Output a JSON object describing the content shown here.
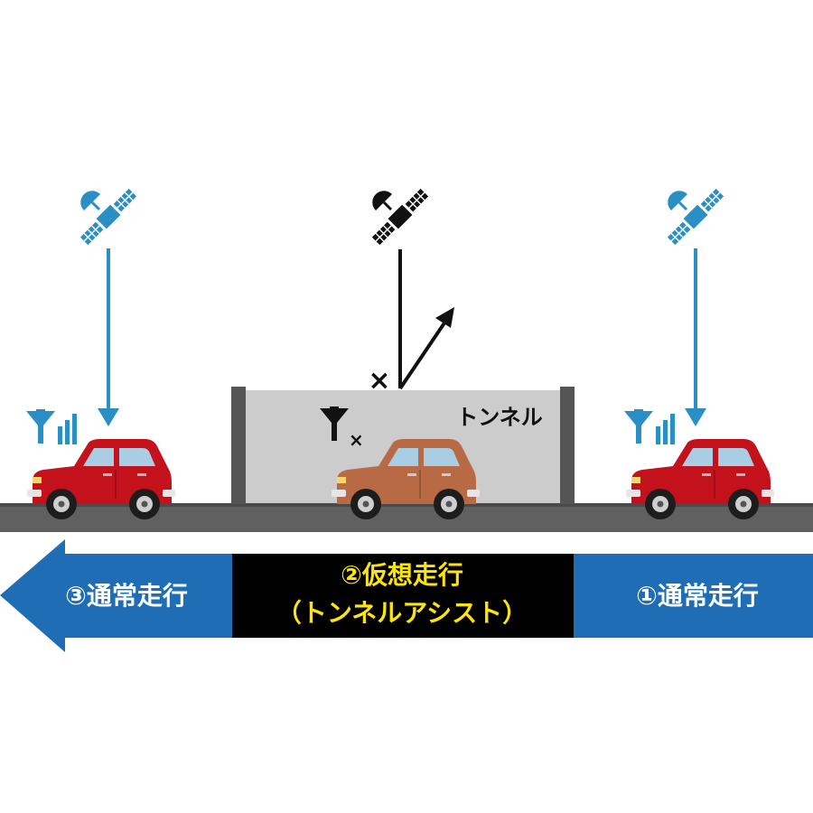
{
  "tunnel": {
    "label": "トンネル"
  },
  "labels": {
    "right": "①通常走行",
    "center_line1": "②仮想走行",
    "center_line2": "（トンネルアシスト）",
    "left": "③通常走行"
  },
  "marks": {
    "blocked_signal": "×",
    "no_reception": "×"
  },
  "icons": {
    "satellite": "satellite-icon",
    "signal": "signal-antenna-icon",
    "car": "car-icon"
  },
  "colors": {
    "gps_blue": "#2a8fc4",
    "arrow_blue": "#1e6db5",
    "car_red": "#c4121c",
    "car_tunnel": "#b86a45",
    "tunnel_fill": "#cccccc",
    "tunnel_wall": "#555555",
    "road": "#606060",
    "center_bar": "#000000",
    "center_text": "#ffe600"
  }
}
